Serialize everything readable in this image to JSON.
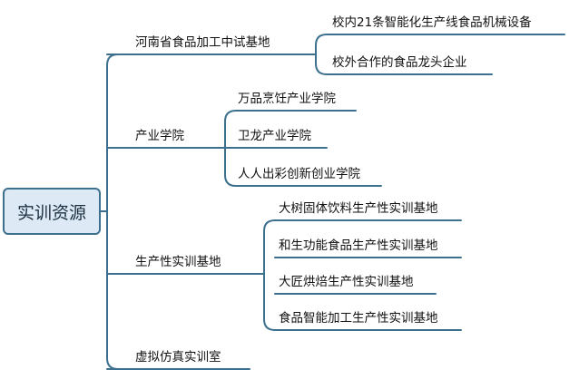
{
  "root": {
    "label": "实训资源"
  },
  "branches": [
    {
      "label": "河南省食品加工中试基地",
      "children": [
        "校内21条智能化生产线食品机械设备",
        "校外合作的食品龙头企业"
      ]
    },
    {
      "label": "产业学院",
      "children": [
        "万品烹饪产业学院",
        "卫龙产业学院",
        "人人出彩创新创业学院"
      ]
    },
    {
      "label": "生产性实训基地",
      "children": [
        "大树固体饮料生产性实训基地",
        "和生功能食品生产性实训基地",
        "大匠烘焙生产性实训基地",
        "食品智能加工生产性实训基地"
      ]
    },
    {
      "label": "虚拟仿真实训室",
      "children": []
    }
  ],
  "colors": {
    "line": "#3d6f8f",
    "root_fill": "#dde9f5",
    "root_border": "#3d6f8f",
    "text": "#111111"
  }
}
